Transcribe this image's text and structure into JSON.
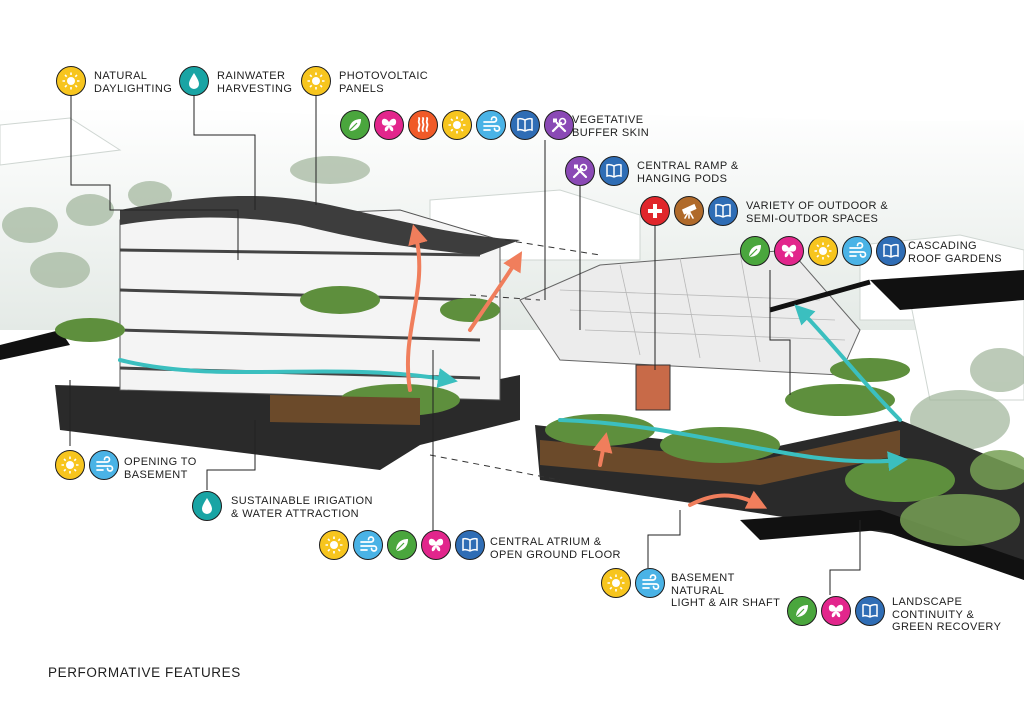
{
  "footer": {
    "title": "PERFORMATIVE FEATURES"
  },
  "palette": {
    "sun": "#f7c51e",
    "water": "#19a4a4",
    "leaf": "#4aa63d",
    "butterfly": "#e2268c",
    "heat": "#f05a28",
    "wind": "#4ab3e6",
    "book": "#2f6db5",
    "tools": "#8a49b5",
    "health": "#e0262b",
    "science": "#b06a2a",
    "airflow": "#3bbfbf",
    "heatflow": "#f07e5c"
  },
  "callouts": [
    {
      "id": "natural-daylighting",
      "label": "NATURAL\nDAYLIGHTING",
      "icons": [
        "sun-icon"
      ]
    },
    {
      "id": "rainwater-harvesting",
      "label": "RAINWATER\nHARVESTING",
      "icons": [
        "water-drop-icon"
      ]
    },
    {
      "id": "photovoltaic-panels",
      "label": "PHOTOVOLTAIC\nPANELS",
      "icons": [
        "sun-icon"
      ]
    },
    {
      "id": "vegetative-buffer-skin",
      "label": "VEGETATIVE\nBUFFER SKIN",
      "icons": [
        "leaf-icon",
        "butterfly-icon",
        "heat-icon",
        "sun-icon",
        "wind-icon",
        "book-icon",
        "tools-icon"
      ]
    },
    {
      "id": "central-ramp",
      "label": "CENTRAL RAMP &\nHANGING PODS",
      "icons": [
        "tools-icon",
        "book-icon"
      ]
    },
    {
      "id": "outdoor-spaces",
      "label": "VARIETY OF OUTDOOR &\nSEMI-OUTDOR SPACES",
      "icons": [
        "health-cross-icon",
        "telescope-icon",
        "book-icon"
      ]
    },
    {
      "id": "cascading-roof-gardens",
      "label": "CASCADING\nROOF GARDENS",
      "icons": [
        "leaf-icon",
        "butterfly-icon",
        "sun-icon",
        "wind-icon",
        "book-icon"
      ]
    },
    {
      "id": "opening-to-basement",
      "label": "OPENING TO\nBASEMENT",
      "icons": [
        "sun-icon",
        "wind-icon"
      ]
    },
    {
      "id": "sustainable-irrigation",
      "label": "SUSTAINABLE IRIGATION\n& WATER ATTRACTION",
      "icons": [
        "water-drop-icon"
      ]
    },
    {
      "id": "central-atrium",
      "label": "CENTRAL ATRIUM &\nOPEN GROUND FLOOR",
      "icons": [
        "sun-icon",
        "wind-icon",
        "leaf-icon",
        "butterfly-icon",
        "book-icon"
      ]
    },
    {
      "id": "basement-light-shaft",
      "label": "BASEMENT NATURAL\nLIGHT & AIR SHAFT",
      "icons": [
        "sun-icon",
        "wind-icon"
      ]
    },
    {
      "id": "landscape-continuity",
      "label": "LANDSCAPE\nCONTINUITY &\nGREEN RECOVERY",
      "icons": [
        "leaf-icon",
        "butterfly-icon",
        "book-icon"
      ]
    }
  ]
}
